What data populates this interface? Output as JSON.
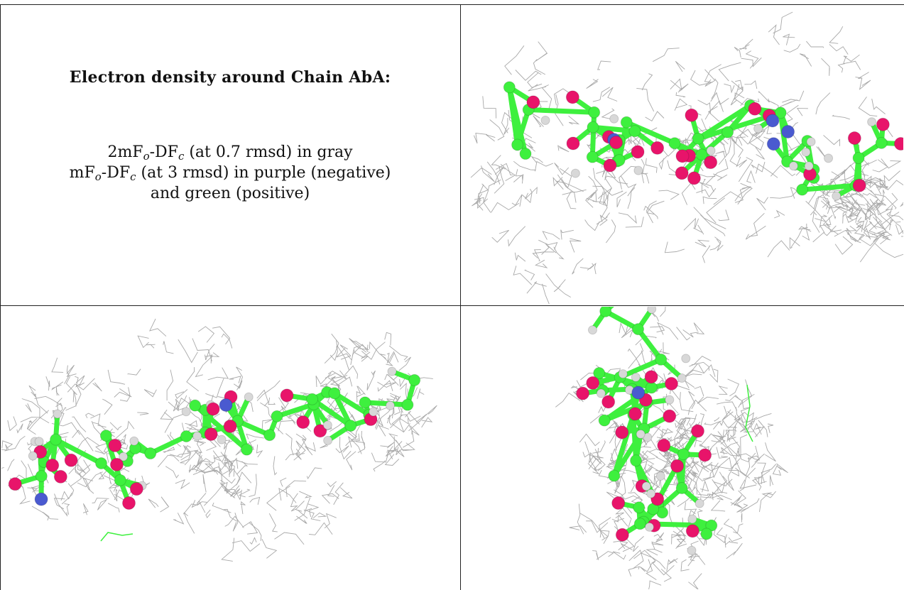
{
  "caption": {
    "title": "Electron density around Chain AbA:",
    "line1": {
      "a": "2mF",
      "sub1": "o",
      "b": "-DF",
      "sub2": "c",
      "rest": " (at 0.7 rmsd) in gray"
    },
    "line2": {
      "a": "mF",
      "sub1": "o",
      "b": "-DF",
      "sub2": "c",
      "rest": " (at 3 rmsd) in purple (negative)"
    },
    "line3": "and green (positive)"
  },
  "colors": {
    "mesh": "#9a9a9a",
    "carbon": "#3ef03e",
    "oxygen": "#e8146a",
    "nitrogen": "#4a5ad0",
    "hydrogen": "#d8d8d8",
    "border": "#222222"
  },
  "panels": [
    {
      "name": "top-right-view",
      "view": 1
    },
    {
      "name": "bottom-left-view",
      "view": 2
    },
    {
      "name": "bottom-right-view",
      "view": 3
    }
  ]
}
